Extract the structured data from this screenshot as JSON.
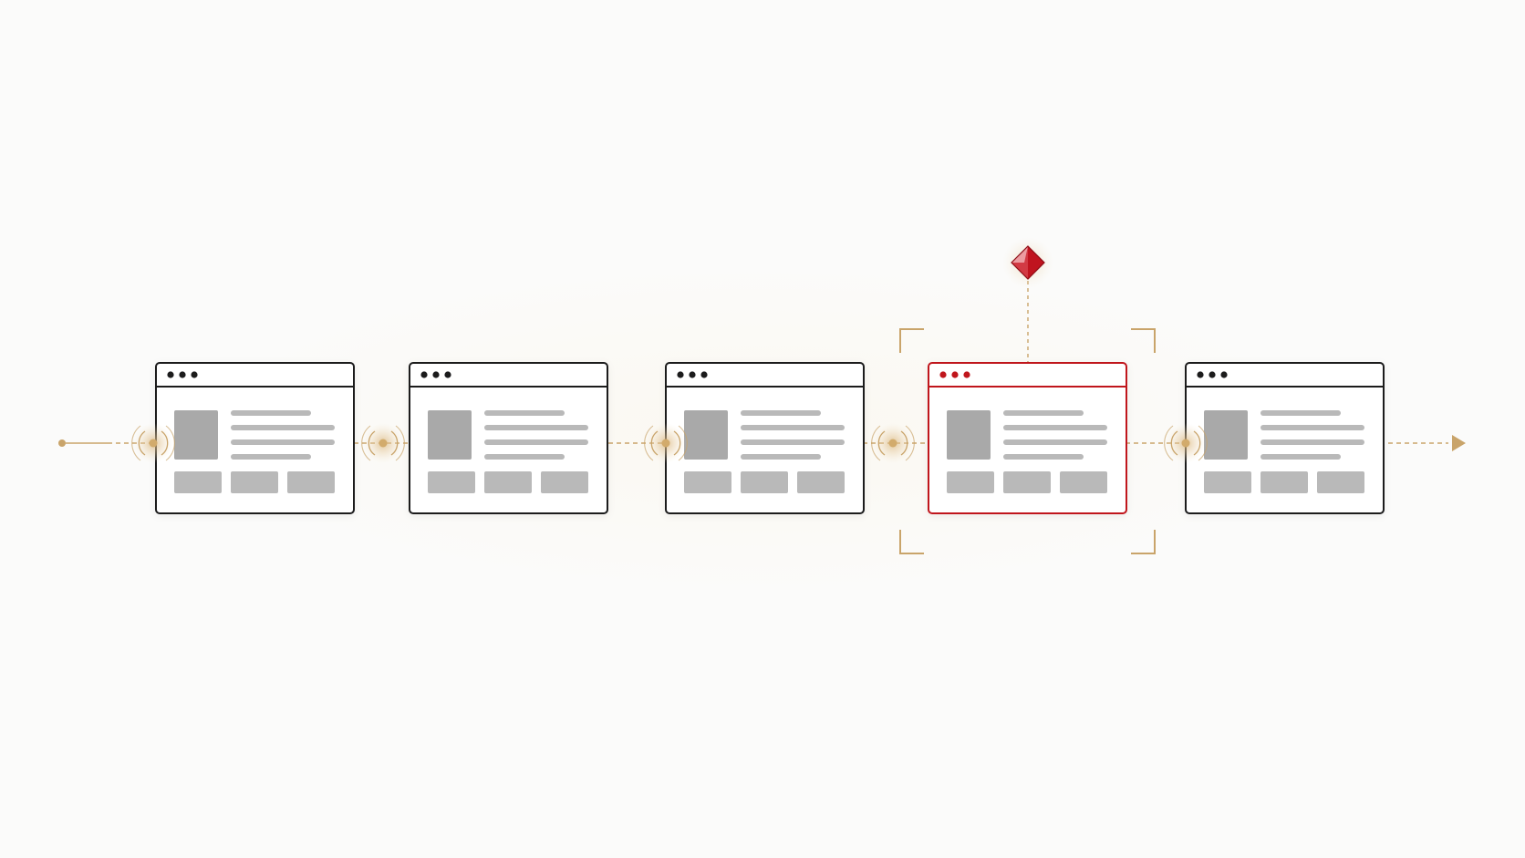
{
  "diagram": {
    "flow_direction": "left-to-right",
    "highlighted_step_index": 3,
    "windows": [
      {
        "id": "window-1",
        "state": "normal"
      },
      {
        "id": "window-2",
        "state": "normal"
      },
      {
        "id": "window-3",
        "state": "normal"
      },
      {
        "id": "window-4",
        "state": "highlighted"
      },
      {
        "id": "window-5",
        "state": "normal"
      }
    ],
    "connectors": 5,
    "marker_icon": "diamond-gem-icon"
  },
  "colors": {
    "background": "#fbfbfa",
    "window_border": "#1b1b1f",
    "highlight": "#c0141f",
    "connector": "#c9a46a",
    "placeholder": "#b9b9b9",
    "placeholder_dark": "#a9a9a9"
  }
}
